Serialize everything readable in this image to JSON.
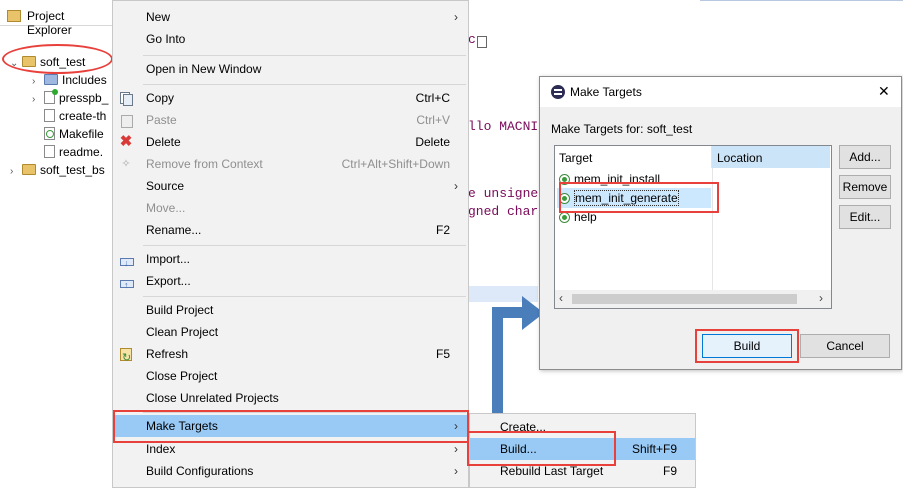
{
  "explorer": {
    "title": "Project Explorer",
    "tree": [
      {
        "label": "soft_test",
        "indent": 0,
        "twisty": "v",
        "icon": "project-folder-icon"
      },
      {
        "label": "Includes",
        "indent": 1,
        "twisty": ">",
        "icon": "includes-icon"
      },
      {
        "label": "presspb_",
        "indent": 1,
        "twisty": ">",
        "icon": "source-file-icon"
      },
      {
        "label": "create-th",
        "indent": 1,
        "twisty": "",
        "icon": "file-icon"
      },
      {
        "label": "Makefile",
        "indent": 1,
        "twisty": "",
        "icon": "makefile-icon"
      },
      {
        "label": "readme.",
        "indent": 1,
        "twisty": "",
        "icon": "file-icon"
      },
      {
        "label": "soft_test_bs",
        "indent": 0,
        "twisty": ">",
        "icon": "project-folder-icon"
      }
    ]
  },
  "editor": {
    "code_lines": [
      "c",
      "llo MACNI",
      "e unsigne",
      "gned char"
    ]
  },
  "context_menu": {
    "items": [
      {
        "label": "New",
        "accel": "",
        "submenu": true,
        "disabled": false
      },
      {
        "label": "Go Into",
        "accel": "",
        "submenu": false,
        "disabled": false
      },
      {
        "label": "Open in New Window",
        "accel": "",
        "submenu": false,
        "disabled": false
      },
      {
        "label": "Copy",
        "accel": "Ctrl+C",
        "submenu": false,
        "disabled": false,
        "icon": "copy-icon"
      },
      {
        "label": "Paste",
        "accel": "Ctrl+V",
        "submenu": false,
        "disabled": true,
        "icon": "paste-icon"
      },
      {
        "label": "Delete",
        "accel": "Delete",
        "submenu": false,
        "disabled": false,
        "icon": "delete-icon"
      },
      {
        "label": "Remove from Context",
        "accel": "Ctrl+Alt+Shift+Down",
        "submenu": false,
        "disabled": true,
        "icon": "remove-context-icon"
      },
      {
        "label": "Source",
        "accel": "",
        "submenu": true,
        "disabled": false
      },
      {
        "label": "Move...",
        "accel": "",
        "submenu": false,
        "disabled": true
      },
      {
        "label": "Rename...",
        "accel": "F2",
        "submenu": false,
        "disabled": false
      },
      {
        "label": "Import...",
        "accel": "",
        "submenu": false,
        "disabled": false,
        "icon": "import-icon"
      },
      {
        "label": "Export...",
        "accel": "",
        "submenu": false,
        "disabled": false,
        "icon": "export-icon"
      },
      {
        "label": "Build Project",
        "accel": "",
        "submenu": false,
        "disabled": false
      },
      {
        "label": "Clean Project",
        "accel": "",
        "submenu": false,
        "disabled": false
      },
      {
        "label": "Refresh",
        "accel": "F5",
        "submenu": false,
        "disabled": false,
        "icon": "refresh-icon"
      },
      {
        "label": "Close Project",
        "accel": "",
        "submenu": false,
        "disabled": false
      },
      {
        "label": "Close Unrelated Projects",
        "accel": "",
        "submenu": false,
        "disabled": false
      },
      {
        "label": "Make Targets",
        "accel": "",
        "submenu": true,
        "disabled": false,
        "highlighted": true
      },
      {
        "label": "Index",
        "accel": "",
        "submenu": true,
        "disabled": false
      },
      {
        "label": "Build Configurations",
        "accel": "",
        "submenu": true,
        "disabled": false
      }
    ]
  },
  "submenu": {
    "items": [
      {
        "label": "Create...",
        "accel": ""
      },
      {
        "label": "Build...",
        "accel": "Shift+F9",
        "highlighted": true
      },
      {
        "label": "Rebuild Last Target",
        "accel": "F9"
      }
    ]
  },
  "dialog": {
    "title": "Make Targets",
    "subtitle": "Make Targets for: soft_test",
    "columns": [
      "Target",
      "Location"
    ],
    "targets": [
      "mem_init_install",
      "mem_init_generate",
      "help"
    ],
    "side_buttons": [
      "Add...",
      "Remove",
      "Edit..."
    ],
    "build_label": "Build",
    "cancel_label": "Cancel",
    "close_glyph": "✕"
  },
  "colors": {
    "highlight": "#99c9f5",
    "annotation_red": "#e8413c",
    "arrow_blue": "#4a7ebb"
  }
}
